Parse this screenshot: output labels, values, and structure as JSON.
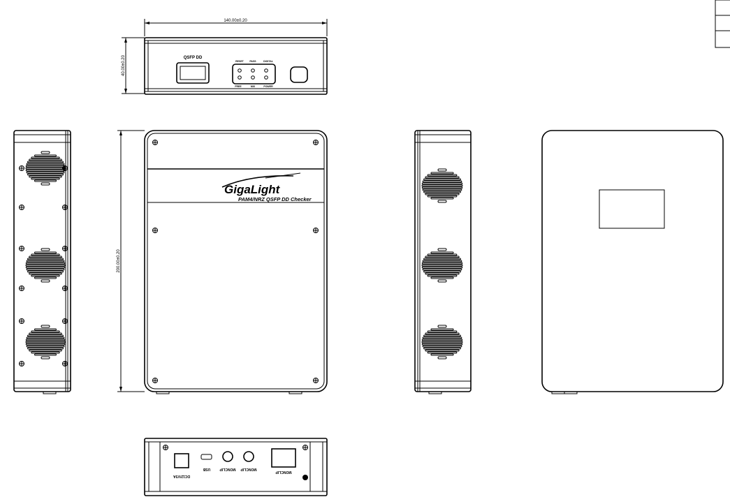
{
  "dimensions": {
    "width": "140.00±0.20",
    "height": "40.00±0.20",
    "length": "200.00±0.20"
  },
  "front_panel": {
    "module_label": "QSFP DD",
    "led_top_labels": [
      "RESET",
      "PASS",
      "DIGITAL"
    ],
    "led_bottom_labels": [
      "FREE",
      "MIX",
      "POWER"
    ]
  },
  "top_view": {
    "brand": "GigaLight",
    "product_name": "PAM4/NRZ QSFP DD Checker"
  },
  "rear_panel": {
    "port_labels": [
      "DC12V/3A",
      "USB",
      "MONCLIP",
      "MONCLIP",
      "MONCLIP"
    ]
  }
}
